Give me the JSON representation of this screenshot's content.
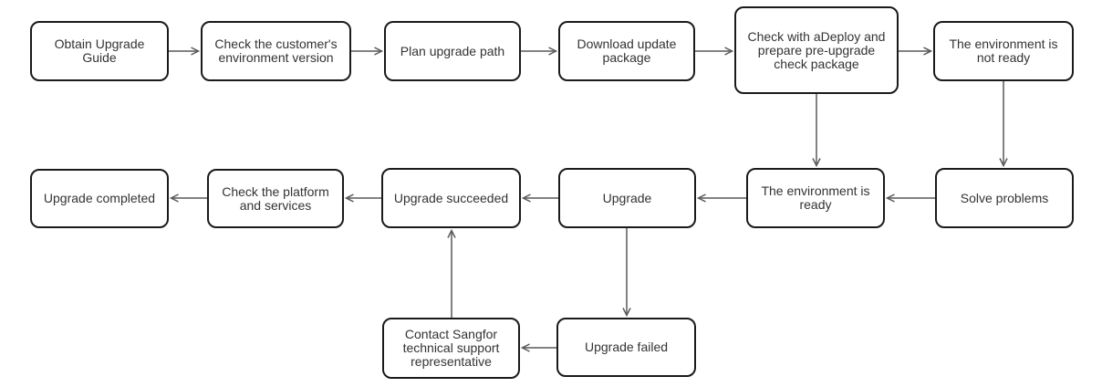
{
  "diagram": {
    "type": "flowchart",
    "colors": {
      "background": "#ffffff",
      "node_fill": "#ffffff",
      "node_border": "#1a1a1a",
      "node_text": "#333333",
      "arrow": "#595959"
    },
    "nodes": [
      {
        "id": "obtain-upgrade-guide",
        "label": "Obtain Upgrade Guide"
      },
      {
        "id": "check-customer-environment-version",
        "label": "Check the customer's environment version"
      },
      {
        "id": "plan-upgrade-path",
        "label": "Plan upgrade path"
      },
      {
        "id": "download-update-package",
        "label": "Download update package"
      },
      {
        "id": "check-with-adeploy",
        "label": "Check with aDeploy and prepare pre-upgrade check package"
      },
      {
        "id": "environment-not-ready",
        "label": "The environment is not ready"
      },
      {
        "id": "upgrade-completed",
        "label": "Upgrade completed"
      },
      {
        "id": "check-platform-and-services",
        "label": "Check the platform and services"
      },
      {
        "id": "upgrade-succeeded",
        "label": "Upgrade succeeded"
      },
      {
        "id": "upgrade",
        "label": "Upgrade"
      },
      {
        "id": "environment-ready",
        "label": "The environment is ready"
      },
      {
        "id": "solve-problems",
        "label": "Solve problems"
      },
      {
        "id": "contact-sangfor-support",
        "label": "Contact Sangfor technical support representative"
      },
      {
        "id": "upgrade-failed",
        "label": "Upgrade failed"
      }
    ],
    "edges": [
      {
        "from": "obtain-upgrade-guide",
        "to": "check-customer-environment-version"
      },
      {
        "from": "check-customer-environment-version",
        "to": "plan-upgrade-path"
      },
      {
        "from": "plan-upgrade-path",
        "to": "download-update-package"
      },
      {
        "from": "download-update-package",
        "to": "check-with-adeploy"
      },
      {
        "from": "check-with-adeploy",
        "to": "environment-not-ready"
      },
      {
        "from": "check-with-adeploy",
        "to": "environment-ready"
      },
      {
        "from": "environment-not-ready",
        "to": "solve-problems"
      },
      {
        "from": "solve-problems",
        "to": "environment-ready"
      },
      {
        "from": "environment-ready",
        "to": "upgrade"
      },
      {
        "from": "upgrade",
        "to": "upgrade-succeeded"
      },
      {
        "from": "upgrade-succeeded",
        "to": "check-platform-and-services"
      },
      {
        "from": "check-platform-and-services",
        "to": "upgrade-completed"
      },
      {
        "from": "upgrade",
        "to": "upgrade-failed"
      },
      {
        "from": "upgrade-failed",
        "to": "contact-sangfor-support"
      },
      {
        "from": "contact-sangfor-support",
        "to": "upgrade-succeeded"
      }
    ]
  }
}
